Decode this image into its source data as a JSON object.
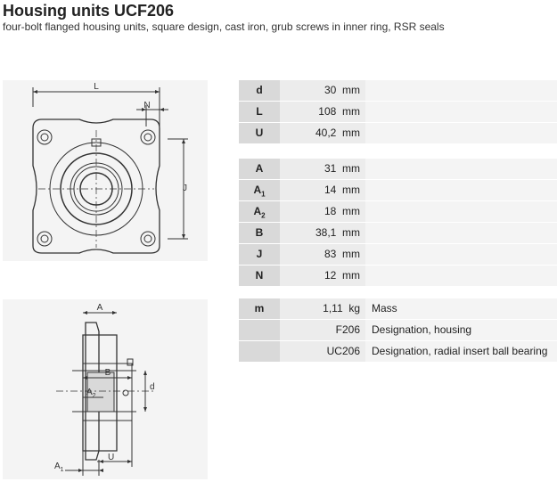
{
  "header": {
    "title": "Housing units UCF206",
    "subtitle": "four-bolt flanged housing units, square design, cast iron, grub screws in inner ring, RSR seals"
  },
  "front_view": {
    "labels": {
      "L": "L",
      "N": "N",
      "J": "J"
    }
  },
  "side_view": {
    "labels": {
      "A": "A",
      "B": "B",
      "A2": "A",
      "A2_sub": "2",
      "d": "d",
      "U": "U",
      "A1": "A",
      "A1_sub": "1"
    }
  },
  "group1": [
    {
      "label": "d",
      "sub": "",
      "value": "30",
      "unit": "mm"
    },
    {
      "label": "L",
      "sub": "",
      "value": "108",
      "unit": "mm"
    },
    {
      "label": "U",
      "sub": "",
      "value": "40,2",
      "unit": "mm"
    }
  ],
  "group2": [
    {
      "label": "A",
      "sub": "",
      "value": "31",
      "unit": "mm"
    },
    {
      "label": "A",
      "sub": "1",
      "value": "14",
      "unit": "mm"
    },
    {
      "label": "A",
      "sub": "2",
      "value": "18",
      "unit": "mm"
    },
    {
      "label": "B",
      "sub": "",
      "value": "38,1",
      "unit": "mm"
    },
    {
      "label": "J",
      "sub": "",
      "value": "83",
      "unit": "mm"
    },
    {
      "label": "N",
      "sub": "",
      "value": "12",
      "unit": "mm"
    }
  ],
  "group3": [
    {
      "label": "m",
      "value": "1,11",
      "unit": "kg",
      "desc": "Mass"
    },
    {
      "label": "",
      "value": "F206",
      "unit": "",
      "desc": "Designation, housing"
    },
    {
      "label": "",
      "value": "UC206",
      "unit": "",
      "desc": "Designation, radial insert ball bearing"
    }
  ]
}
